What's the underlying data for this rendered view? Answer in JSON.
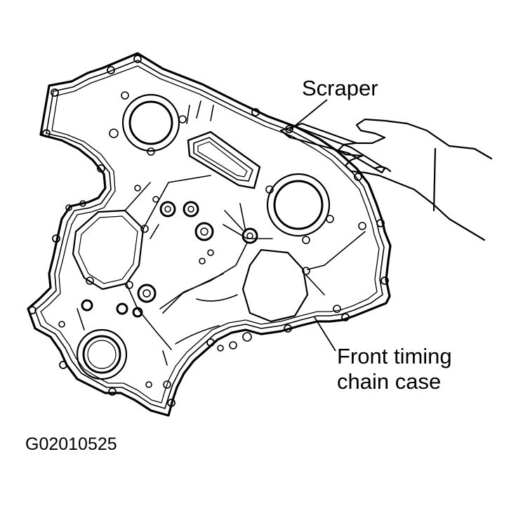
{
  "labels": {
    "scraper": "Scraper",
    "front_case_line1": "Front timing",
    "front_case_line2": "chain case",
    "figure_id": "G02010525"
  },
  "colors": {
    "line": "#000000",
    "background": "#ffffff"
  }
}
